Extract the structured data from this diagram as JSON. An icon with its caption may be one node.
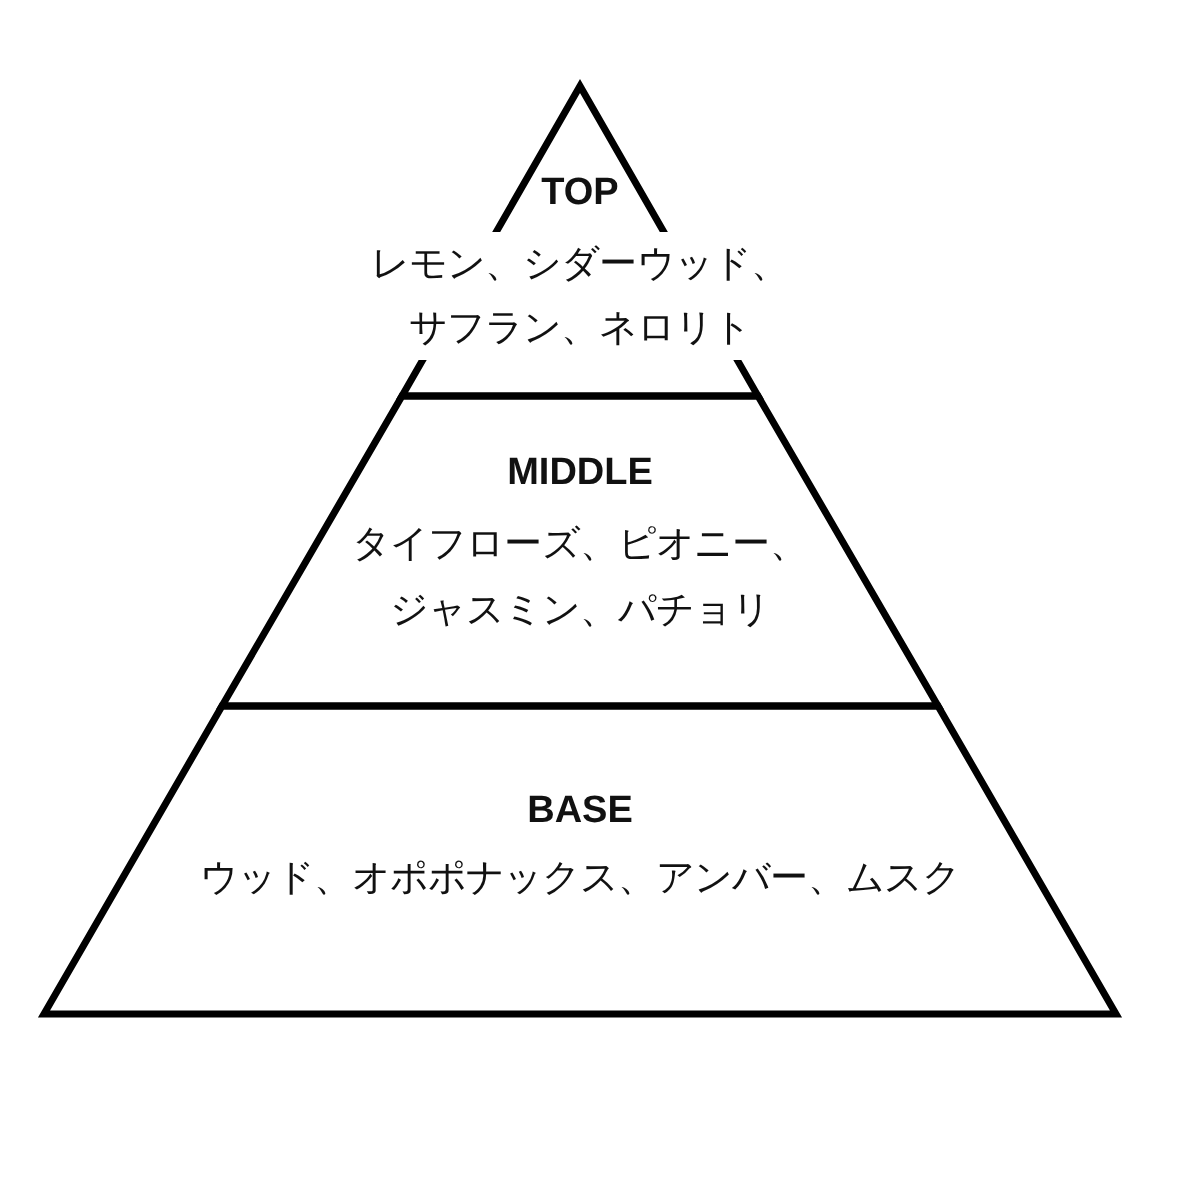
{
  "diagram": {
    "nodes": [
      {
        "text": [
          "TOP",
          "レモン、シダーウッド、サフラン、ネロリト"
        ]
      },
      {
        "text": [
          "MIDDLE",
          "タイフローズ、ピオニー、ジャスミン、パチョリ"
        ]
      },
      {
        "text": [
          "BASE",
          "ウッド、オポポナックス、アンバー、ムスク"
        ]
      }
    ]
  }
}
